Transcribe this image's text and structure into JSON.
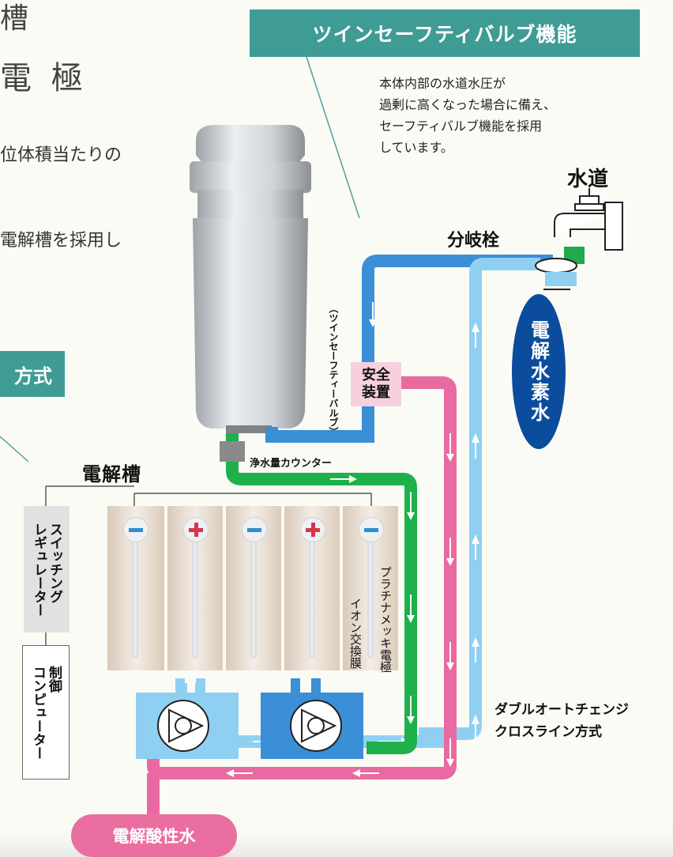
{
  "left_fragments": {
    "line1": "槽",
    "line2": "電 極",
    "line3": "位体積当たりの",
    "line4": "電解槽を採用し",
    "tab": "方式"
  },
  "banner": {
    "title": "ツインセーフティバルブ機能"
  },
  "description": "本体内部の水道水圧が\n過剰に高くなった場合に備え、\nセーフティバルブ機能を採用\nしています。",
  "labels": {
    "tap": "水道",
    "branch": "分岐栓",
    "hydrogen_water": "電解水素水",
    "twin_valve": "（ツインセーフティーバルブ）",
    "safety_device": "安全\n装置",
    "counter": "浄水量カウンター",
    "cell": "電解槽",
    "regulator": "スイッチング\nレギュレーター",
    "controller": "制御\nコンピューター",
    "membrane": "イオン交換膜",
    "electrode": "プラチナメッキ電極",
    "crossline": "ダブルオートチェンジ\nクロスライン方式",
    "acid_water": "電解酸性水"
  },
  "electrodes": [
    "minus",
    "plus",
    "minus",
    "plus",
    "minus"
  ],
  "colors": {
    "teal": "#3f9c94",
    "navy": "#0b4d9c",
    "blue_pipe": "#3a8fd6",
    "light_blue_pipe": "#8fd0f2",
    "green_pipe": "#1db04b",
    "pink_pipe": "#e96aa0",
    "minus_badge": "#2a8fcf",
    "plus_badge": "#d8344a"
  }
}
